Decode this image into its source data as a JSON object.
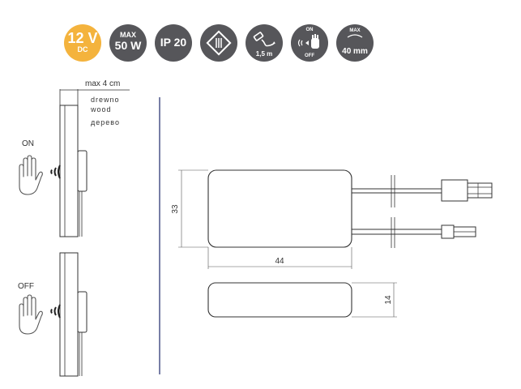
{
  "badges": {
    "voltage": {
      "value": "12 V",
      "unit": "DC"
    },
    "power": {
      "top": "MAX",
      "value": "50 W"
    },
    "ip": {
      "value": "IP 20"
    },
    "class3": {
      "icon": "class-iii-insulation-icon"
    },
    "cable": {
      "icon": "cable-plug-icon",
      "label": "1,5 m"
    },
    "sensor": {
      "on": "ON",
      "off": "OFF",
      "icon": "hand-wave-sensor-icon"
    },
    "distance": {
      "top": "MAX",
      "value": "40 mm"
    }
  },
  "mounting": {
    "max_distance": "max 4 cm",
    "material_pl": "drewno",
    "material_en": "wood",
    "material_ru": "дерево",
    "on_label": "ON",
    "off_label": "OFF"
  },
  "dimensions": {
    "height": "33",
    "width": "44",
    "thickness": "14"
  },
  "colors": {
    "accent_yellow": "#f4b33d",
    "badge_grey": "#56565a",
    "line": "#333333",
    "divider": "#1f2a6b"
  }
}
